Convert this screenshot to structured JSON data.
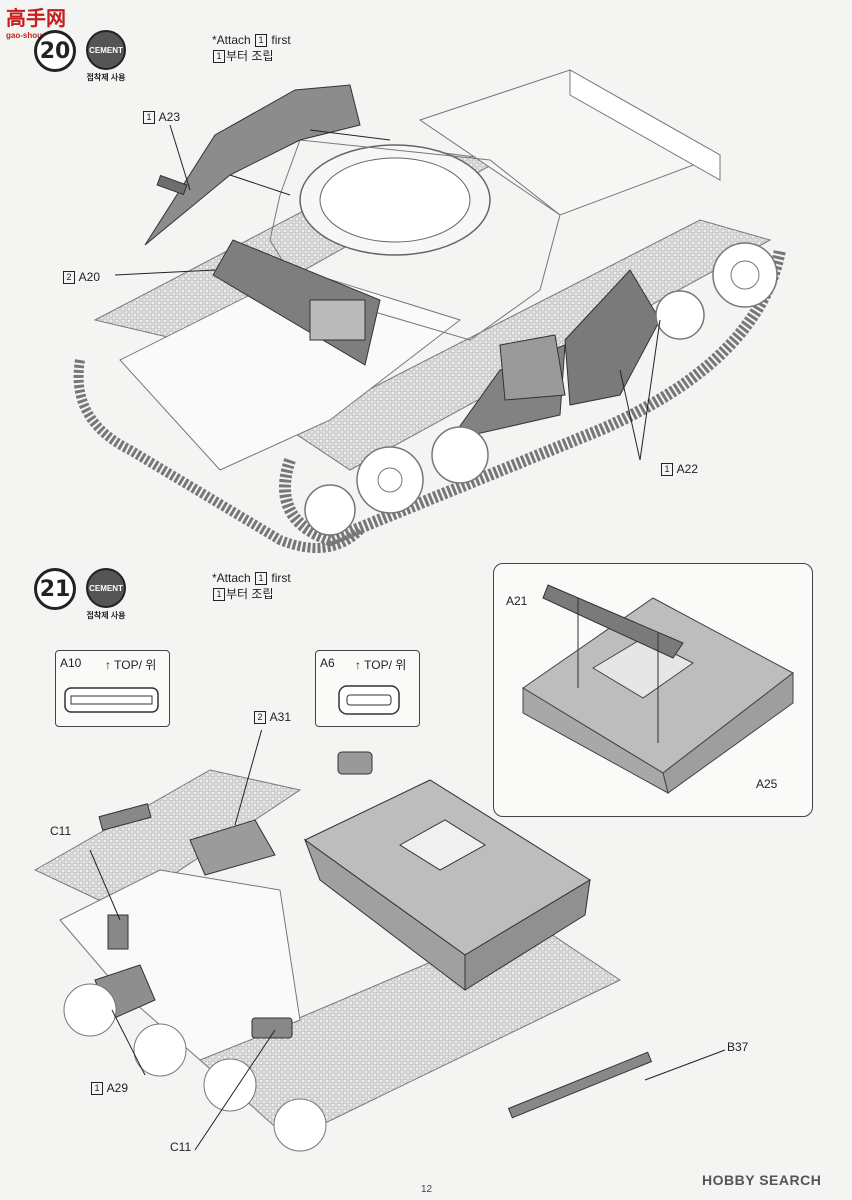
{
  "watermark": {
    "brand": "高手网",
    "url": "gao-shou.com"
  },
  "hobby_search": {
    "logo": "HOBBY SEARCH"
  },
  "page_number": "12",
  "steps": [
    {
      "number": "20",
      "cement": "CEMENT",
      "cement_caption": "접착제 사용",
      "note_en_prefix": "*Attach",
      "note_en_box": "1",
      "note_en_suffix": "first",
      "note_ko_box": "1",
      "note_ko_suffix": "부터 조립",
      "parts": [
        {
          "box": "1",
          "label": "A23"
        },
        {
          "box": "2",
          "label": "A20"
        },
        {
          "box": "1",
          "label": "A22"
        }
      ]
    },
    {
      "number": "21",
      "cement": "CEMENT",
      "cement_caption": "접착제 사용",
      "note_en_prefix": "*Attach",
      "note_en_box": "1",
      "note_en_suffix": "first",
      "note_ko_box": "1",
      "note_ko_suffix": "부터 조립",
      "detail_a10": {
        "label": "A10",
        "direction": "TOP/ 위"
      },
      "detail_a6": {
        "label": "A6",
        "direction": "TOP/ 위"
      },
      "parts": [
        {
          "box": "2",
          "label": "A31"
        },
        {
          "box": "",
          "label": "C11"
        },
        {
          "box": "1",
          "label": "A29"
        },
        {
          "box": "",
          "label": "C11"
        },
        {
          "box": "",
          "label": "B37"
        },
        {
          "box": "",
          "label": "A21"
        },
        {
          "box": "",
          "label": "A25"
        }
      ]
    }
  ]
}
